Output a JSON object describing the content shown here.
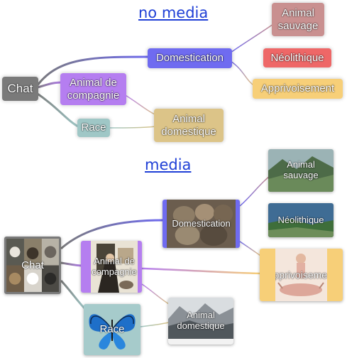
{
  "titles": {
    "no_media": "no media",
    "media": "media"
  },
  "colors": {
    "chat": "#7a7a7a",
    "domestication": "#6f6bf0",
    "animal_de_compagnie": "#b57ef0",
    "race": "#9fc7c6",
    "animal_sauvage": "#c99090",
    "neolithique": "#ee6767",
    "apprivoisement": "#f7cf78",
    "animal_domestique": "#dcc488"
  },
  "no_media": {
    "chat": "Chat",
    "domestication": "Domestication",
    "animal_de_compagnie": "Animal de compagnie",
    "race": "Race",
    "animal_sauvage": "Animal sauvage",
    "neolithique": "Néolithique",
    "apprivoisement": "Apprivoisement",
    "animal_domestique": "Animal domestique"
  },
  "media": {
    "chat": "Chat",
    "domestication": "Domestication",
    "animal_de_compagnie": "Animal de compagnie",
    "race": "Race",
    "animal_sauvage": "Animal sauvage",
    "neolithique": "Néolithique",
    "apprivoisement": "Apprivoisement",
    "animal_domestique": "Animal domestique"
  },
  "icons": {
    "chat": "cat-photo-collage",
    "domestication": "cats-group-photo",
    "animal_de_compagnie": "painting-with-pet",
    "race": "butterfly-image",
    "animal_sauvage": "landscape-photo",
    "neolithique": "landscape-photo",
    "apprivoisement": "tamer-drawing",
    "animal_domestique": "landscape-photo"
  }
}
